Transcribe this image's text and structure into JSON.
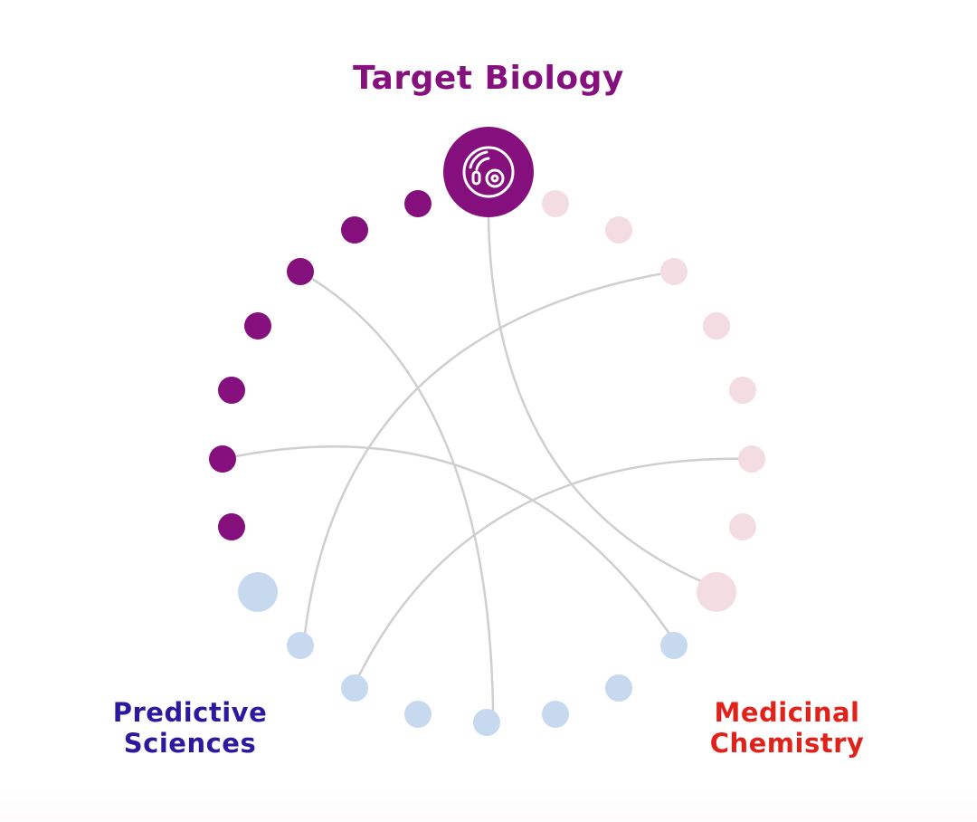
{
  "title": "Target Biology",
  "groups": {
    "predictive": {
      "line1": "Predictive",
      "line2": "Sciences"
    },
    "medicinal": {
      "line1": "Medicinal",
      "line2": "Chemistry"
    }
  },
  "hub_icon": "cell-icon",
  "colors": {
    "title": "#85117e",
    "purple": "#85107d",
    "blue_node": "#c6d9ef",
    "pink_node": "#f3dde2",
    "connector": "#cfcfcf",
    "predictive": "#2b1aa0",
    "medicinal": "#e1221b"
  }
}
